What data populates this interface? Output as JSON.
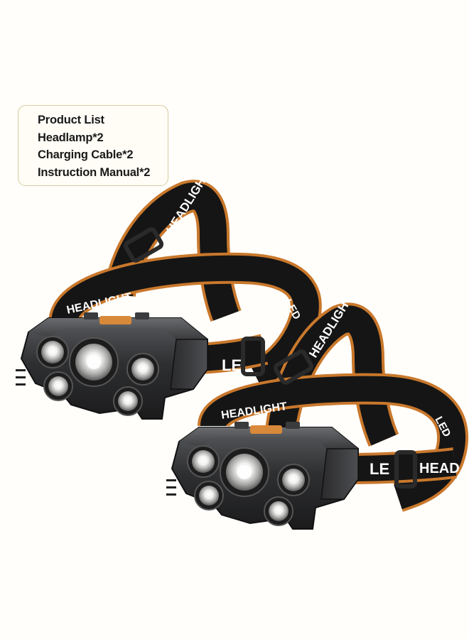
{
  "product_list": {
    "title": "Product List",
    "items": [
      "Headlamp*2",
      "Charging Cable*2",
      "Instruction Manual*2"
    ]
  },
  "headlamps": [
    {
      "strap_texts": [
        "LED",
        "HEADLIGHT",
        "LED",
        "HEADLIGHT"
      ]
    },
    {
      "strap_texts": [
        "LED",
        "HEADLIGHT",
        "LED",
        "HEADLIGHT"
      ]
    }
  ],
  "colors": {
    "strap_black": "#151515",
    "strap_orange": "#c9782c",
    "housing_dark": "#2b2c2e",
    "housing_mid": "#4a4b4e",
    "lens_glow": "#f4f4f2",
    "background": "#fffefb"
  }
}
